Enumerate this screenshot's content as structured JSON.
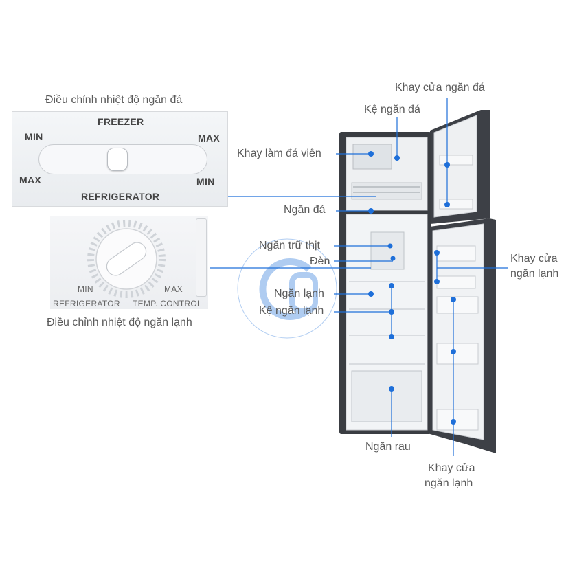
{
  "captions": {
    "freezer_control": "Điều chỉnh nhiệt độ ngăn đá",
    "fridge_control": "Điều chỉnh nhiệt độ ngăn lạnh"
  },
  "freezer_panel": {
    "title": "FREEZER",
    "min_top": "MIN",
    "max_top": "MAX",
    "max_bottom": "MAX",
    "min_bottom": "MIN",
    "bottom_title": "REFRIGERATOR"
  },
  "fridge_panel": {
    "min": "MIN",
    "max": "MAX",
    "left_text": "REFRIGERATOR",
    "right_text": "TEMP. CONTROL"
  },
  "labels": {
    "freezer_door_tray": "Khay cửa ngăn đá",
    "freezer_shelf": "Kệ ngăn đá",
    "ice_tray": "Khay làm đá viên",
    "freezer_compartment": "Ngăn đá",
    "meat_compartment": "Ngăn trữ thịt",
    "light": "Đèn",
    "fridge_compartment": "Ngăn lạnh",
    "fridge_shelf": "Kệ ngăn lạnh",
    "vegetable_drawer": "Ngăn rau",
    "fridge_door_tray_right_1": "Khay cửa",
    "fridge_door_tray_right_2": "ngăn lạnh",
    "fridge_door_tray_bottom_1": "Khay cửa",
    "fridge_door_tray_bottom_2": "ngăn lạnh"
  },
  "colors": {
    "accent": "#1e6fd9",
    "fridge_body": "#3a3d42",
    "interior": "#f2f4f6"
  }
}
